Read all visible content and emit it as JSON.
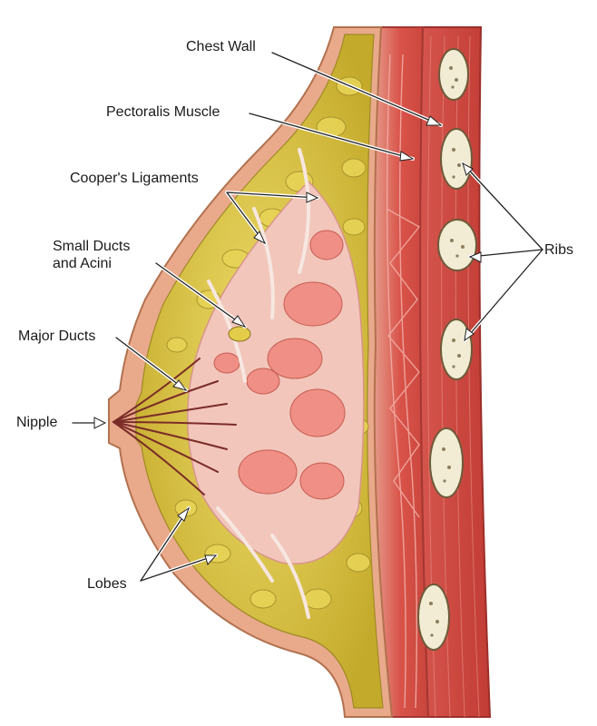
{
  "labels": {
    "chest_wall": "Chest Wall",
    "pectoralis_muscle": "Pectoralis Muscle",
    "coopers_ligaments": "Cooper's Ligaments",
    "small_ducts_line1": "Small Ducts",
    "small_ducts_line2": "and Acini",
    "major_ducts": "Major Ducts",
    "nipple": "Nipple",
    "lobes": "Lobes",
    "ribs": "Ribs"
  },
  "colors": {
    "skin": "#e9a98b",
    "fat": "#d9c23c",
    "muscle": "#d9534a",
    "lobule": "#ef8f86",
    "rib_bone": "#f1ecd3",
    "chest_band": "#c9463e"
  }
}
